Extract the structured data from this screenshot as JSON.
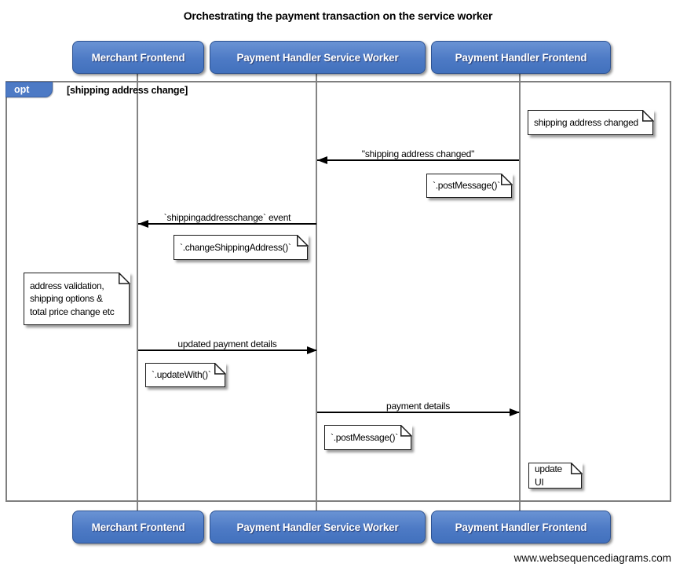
{
  "title": "Orchestrating the payment transaction on the service worker",
  "watermark": "www.websequencediagrams.com",
  "colors": {
    "actor_fill": "#4d7ac5",
    "actor_border": "#2d5291",
    "actor_text": "#ffffff",
    "frame_border": "#7f7f7f",
    "lifeline": "#848484",
    "arrow": "#000000",
    "note_bg": "#ffffff",
    "note_border": "#1a1a1a"
  },
  "actors": [
    {
      "label": "Merchant Frontend"
    },
    {
      "label": "Payment Handler Service Worker"
    },
    {
      "label": "Payment Handler Frontend"
    }
  ],
  "frame": {
    "operator": "opt",
    "guard": "[shipping address change]"
  },
  "messages": [
    {
      "label": "\"shipping address changed\"",
      "from": "Payment Handler Frontend",
      "to": "Payment Handler Service Worker",
      "direction": "left"
    },
    {
      "label": "`shippingaddresschange` event",
      "from": "Payment Handler Service Worker",
      "to": "Merchant Frontend",
      "direction": "left"
    },
    {
      "label": "updated payment details",
      "from": "Merchant Frontend",
      "to": "Payment Handler Service Worker",
      "direction": "right"
    },
    {
      "label": "payment details",
      "from": "Payment Handler Service Worker",
      "to": "Payment Handler Frontend",
      "direction": "right"
    }
  ],
  "notes": [
    {
      "text": "shipping address changed",
      "position": "right of Payment Handler Frontend"
    },
    {
      "text": "`.postMessage()`",
      "position": "left of Payment Handler Frontend"
    },
    {
      "text": "`.changeShippingAddress()`",
      "position": "right of Merchant Frontend"
    },
    {
      "text": "address validation,\nshipping options &\ntotal price change etc",
      "position": "left of Merchant Frontend"
    },
    {
      "text": "`.updateWith()`",
      "position": "right of Merchant Frontend"
    },
    {
      "text": "`.postMessage()`",
      "position": "right of Payment Handler Service Worker"
    },
    {
      "text": "update UI",
      "position": "right of Payment Handler Frontend"
    }
  ]
}
